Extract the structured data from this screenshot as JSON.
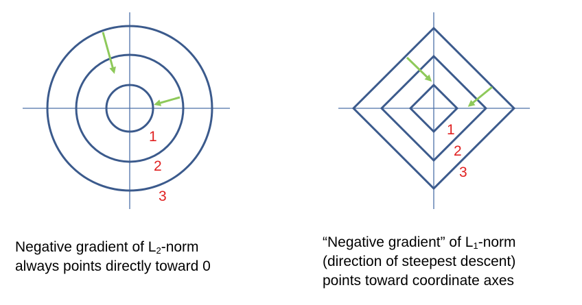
{
  "colors": {
    "shape": "#3b5a8c",
    "axis": "#4a6fa8",
    "arrow": "#8ec95a",
    "label": "#e02020",
    "text": "#000000"
  },
  "left_panel": {
    "labels": [
      "1",
      "2",
      "3"
    ],
    "caption": {
      "line1_pre": "Negative gradient of L",
      "line1_sub": "2",
      "line1_post": "-norm",
      "line2": "always points directly toward 0"
    }
  },
  "right_panel": {
    "labels": [
      "1",
      "2",
      "3"
    ],
    "caption": {
      "line1_pre": "“Negative gradient” of L",
      "line1_sub": "1",
      "line1_post": "-norm",
      "line2": "(direction of steepest descent)",
      "line3": "points toward coordinate axes"
    }
  }
}
